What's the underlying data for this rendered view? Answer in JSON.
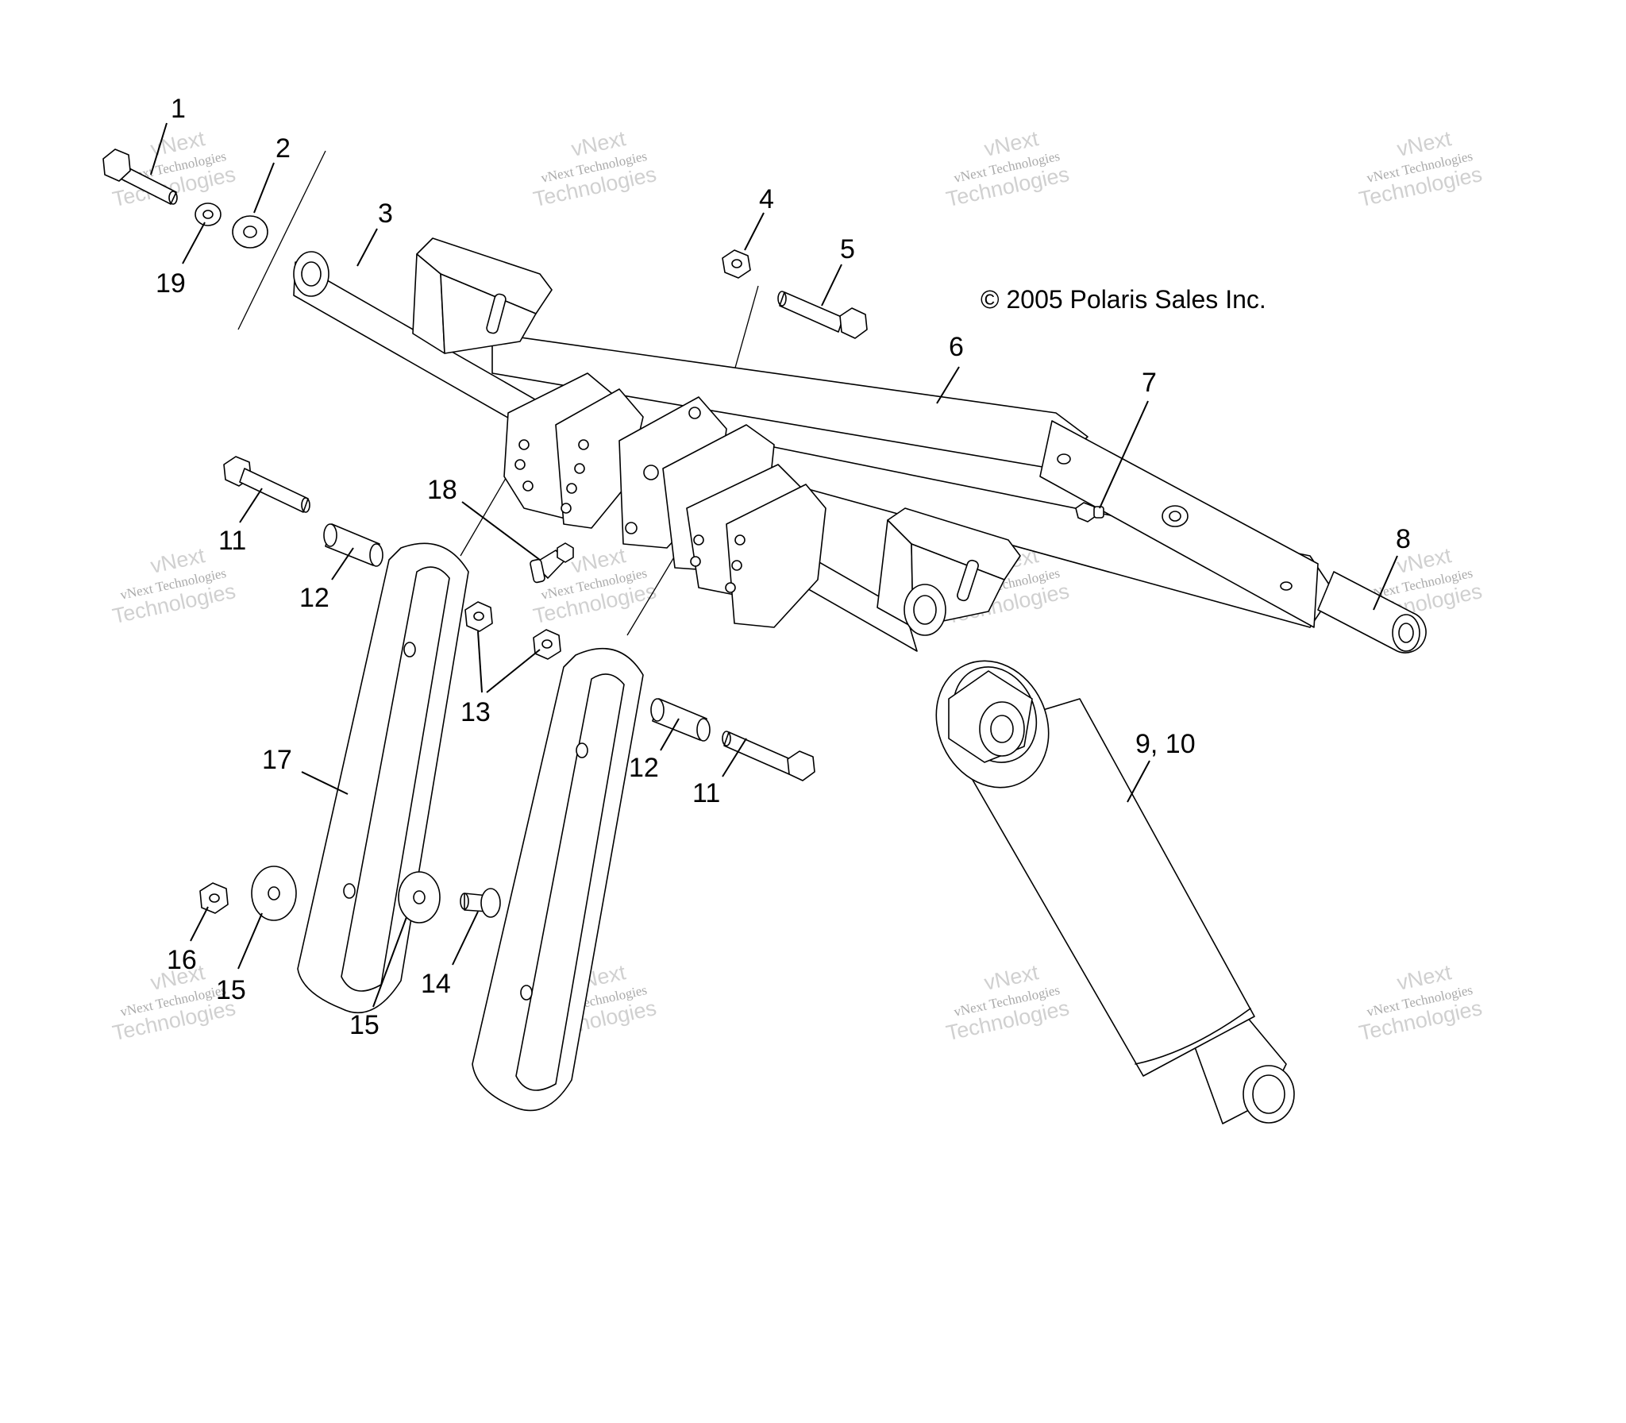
{
  "diagram": {
    "copyright": "© 2005 Polaris Sales Inc.",
    "watermark": {
      "line1": "vNext Technologies",
      "line2": "vNext",
      "line3": "Technologies"
    },
    "callouts": [
      {
        "id": "c1",
        "text": "1"
      },
      {
        "id": "c2",
        "text": "2"
      },
      {
        "id": "c3",
        "text": "3"
      },
      {
        "id": "c4",
        "text": "4"
      },
      {
        "id": "c5",
        "text": "5"
      },
      {
        "id": "c6",
        "text": "6"
      },
      {
        "id": "c7",
        "text": "7"
      },
      {
        "id": "c8",
        "text": "8"
      },
      {
        "id": "c9_10",
        "text": "9, 10"
      },
      {
        "id": "c11a",
        "text": "11"
      },
      {
        "id": "c11b",
        "text": "11"
      },
      {
        "id": "c12a",
        "text": "12"
      },
      {
        "id": "c12b",
        "text": "12"
      },
      {
        "id": "c13",
        "text": "13"
      },
      {
        "id": "c14",
        "text": "14"
      },
      {
        "id": "c15a",
        "text": "15"
      },
      {
        "id": "c15b",
        "text": "15"
      },
      {
        "id": "c16",
        "text": "16"
      },
      {
        "id": "c17",
        "text": "17"
      },
      {
        "id": "c18",
        "text": "18"
      },
      {
        "id": "c19",
        "text": "19"
      }
    ]
  }
}
